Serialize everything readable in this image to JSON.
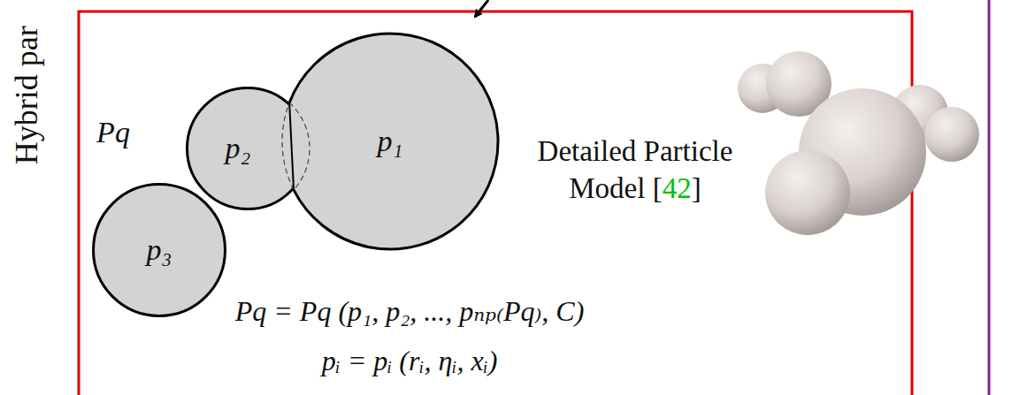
{
  "diagram": {
    "nodes": [
      {
        "text": [
          "p₁"
        ]
      },
      {
        "text": [
          "p₂"
        ]
      },
      {
        "text": [
          "p₃"
        ]
      }
    ],
    "labels": [
      "Hybrid par",
      "Pq",
      "Detailed Particle",
      "Model",
      "[",
      "42",
      "]",
      "Pq = Pq (p₁, p₂, ..., pₙₚ₍Pq₎, C)",
      "pᵢ = pᵢ (rᵢ, ηᵢ, xᵢ)"
    ]
  }
}
